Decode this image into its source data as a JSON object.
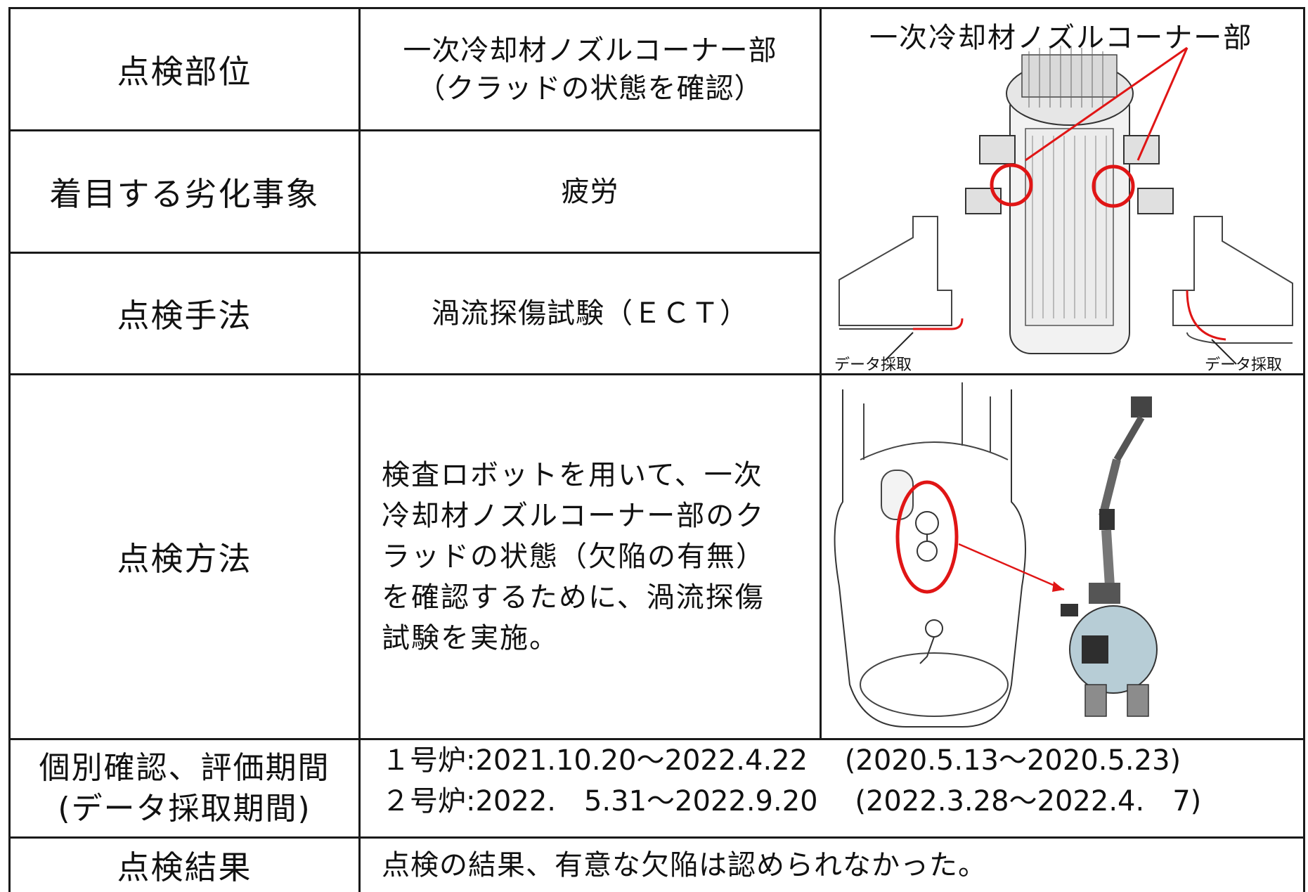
{
  "rows": {
    "location": {
      "label": "点検部位",
      "value_line1": "一次冷却材ノズルコーナー部",
      "value_line2": "（クラッドの状態を確認）"
    },
    "degradation": {
      "label": "着目する劣化事象",
      "value": "疲労"
    },
    "technique": {
      "label": "点検手法",
      "value": "渦流探傷試験（ＥＣＴ）"
    },
    "method": {
      "label": "点検方法",
      "text": "検査ロボットを用いて、一次\n冷却材ノズルコーナー部のク\nラッドの状態（欠陥の有無）\nを確認するために、渦流探傷\n試験を実施。"
    },
    "period": {
      "label_line1": "個別確認、評価期間",
      "label_line2": "(データ採取期間)",
      "unit1": "１号炉:2021.10.20～2022.4.22　 (2020.5.13～2020.5.23)",
      "unit2": "２号炉:2022.　5.31～2022.9.20　 (2022.3.28～2022.4.　7)"
    },
    "result": {
      "label": "点検結果",
      "value": "点検の結果、有意な欠陥は認められなかった。"
    }
  },
  "figure_top": {
    "title": "一次冷却材ノズルコーナー部",
    "left_label": "データ採取",
    "right_label": "データ採取"
  },
  "colors": {
    "highlight": "#e01515",
    "border": "#1a1a1a"
  },
  "icons": {
    "vessel": "reactor-vessel-illustration",
    "robot": "inspection-robot-illustration"
  }
}
